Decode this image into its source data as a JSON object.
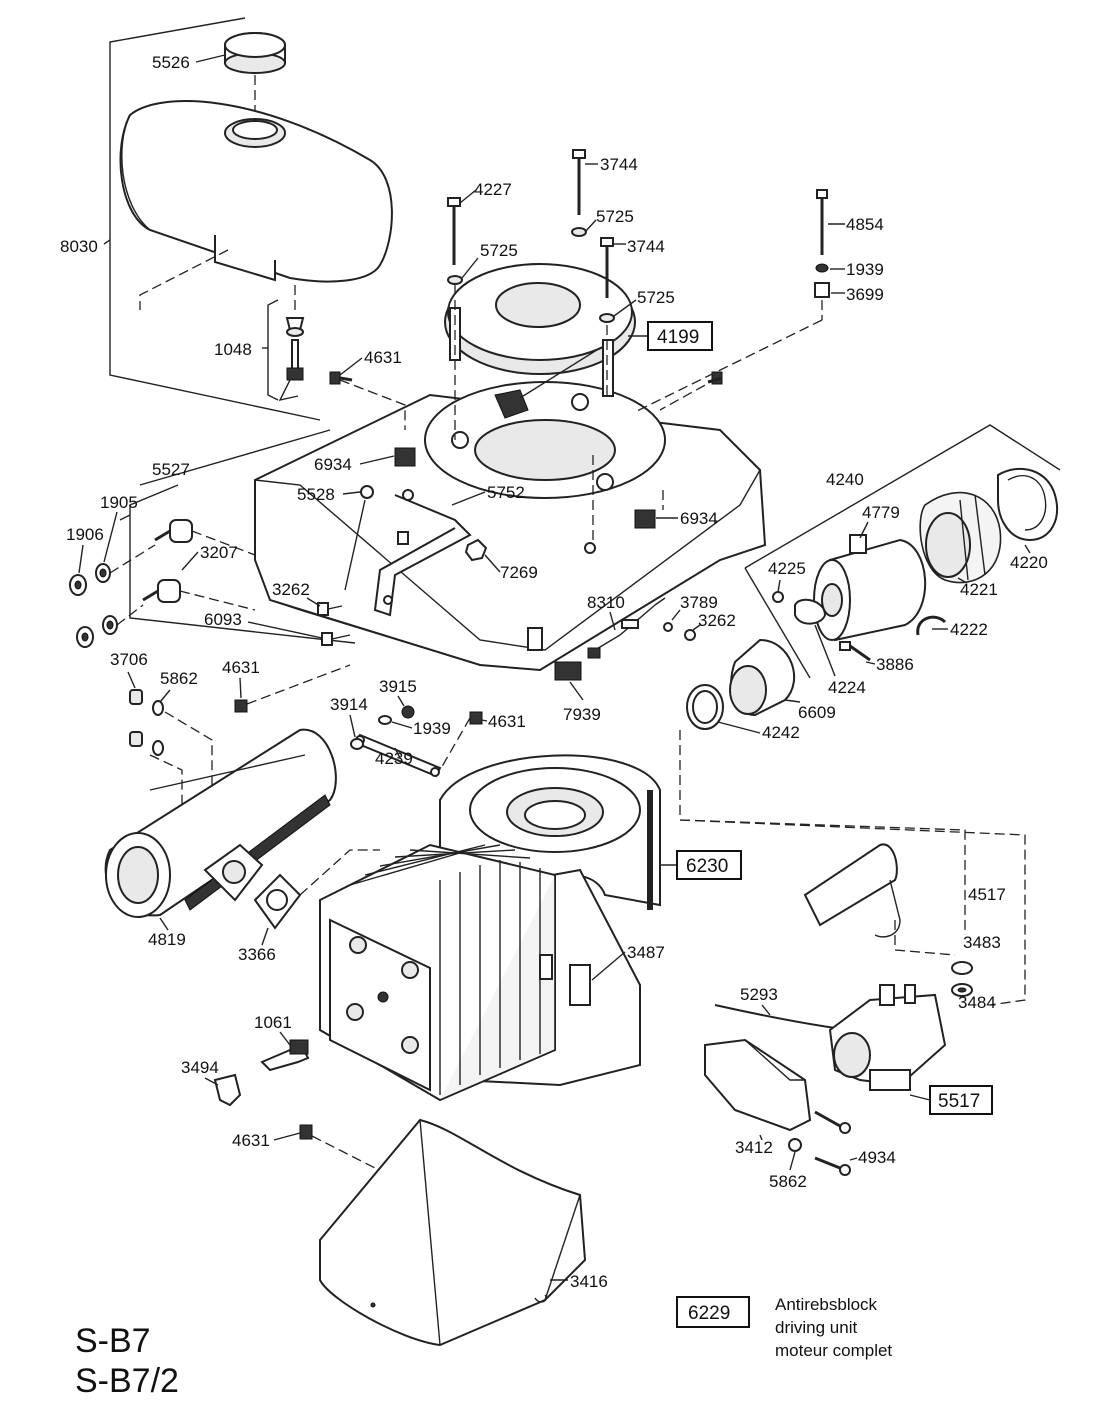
{
  "callouts": [
    {
      "id": "p5526",
      "text": "5526"
    },
    {
      "id": "p8030",
      "text": "8030"
    },
    {
      "id": "p1048",
      "text": "1048"
    },
    {
      "id": "p3744a",
      "text": "3744"
    },
    {
      "id": "p4227",
      "text": "4227"
    },
    {
      "id": "p5725a",
      "text": "5725"
    },
    {
      "id": "p5725b",
      "text": "5725"
    },
    {
      "id": "p3744b",
      "text": "3744"
    },
    {
      "id": "p5725c",
      "text": "5725"
    },
    {
      "id": "p4854",
      "text": "4854"
    },
    {
      "id": "p1939a",
      "text": "1939"
    },
    {
      "id": "p3699",
      "text": "3699"
    },
    {
      "id": "p4631a",
      "text": "4631"
    },
    {
      "id": "p6934a",
      "text": "6934"
    },
    {
      "id": "p6934b",
      "text": "6934"
    },
    {
      "id": "p5528",
      "text": "5528"
    },
    {
      "id": "p5752",
      "text": "5752"
    },
    {
      "id": "p5527",
      "text": "5527"
    },
    {
      "id": "p1905",
      "text": "1905"
    },
    {
      "id": "p1906",
      "text": "1906"
    },
    {
      "id": "p3207",
      "text": "3207"
    },
    {
      "id": "p3262a",
      "text": "3262"
    },
    {
      "id": "p7269",
      "text": "7269"
    },
    {
      "id": "p6093",
      "text": "6093"
    },
    {
      "id": "p4240",
      "text": "4240"
    },
    {
      "id": "p4779",
      "text": "4779"
    },
    {
      "id": "p4220",
      "text": "4220"
    },
    {
      "id": "p4221",
      "text": "4221"
    },
    {
      "id": "p4225",
      "text": "4225"
    },
    {
      "id": "p4222",
      "text": "4222"
    },
    {
      "id": "p3886",
      "text": "3886"
    },
    {
      "id": "p4224",
      "text": "4224"
    },
    {
      "id": "p6609",
      "text": "6609"
    },
    {
      "id": "p4242",
      "text": "4242"
    },
    {
      "id": "p8310",
      "text": "8310"
    },
    {
      "id": "p3789",
      "text": "3789"
    },
    {
      "id": "p3262b",
      "text": "3262"
    },
    {
      "id": "p7939",
      "text": "7939"
    },
    {
      "id": "p3706",
      "text": "3706"
    },
    {
      "id": "p5862a",
      "text": "5862"
    },
    {
      "id": "p4631b",
      "text": "4631"
    },
    {
      "id": "p3915",
      "text": "3915"
    },
    {
      "id": "p3914",
      "text": "3914"
    },
    {
      "id": "p1939b",
      "text": "1939"
    },
    {
      "id": "p4631c",
      "text": "4631"
    },
    {
      "id": "p4239",
      "text": "4239"
    },
    {
      "id": "p4819",
      "text": "4819"
    },
    {
      "id": "p3366",
      "text": "3366"
    },
    {
      "id": "p3487",
      "text": "3487"
    },
    {
      "id": "p4517",
      "text": "4517"
    },
    {
      "id": "p3483",
      "text": "3483"
    },
    {
      "id": "p3484",
      "text": "3484"
    },
    {
      "id": "p5293",
      "text": "5293"
    },
    {
      "id": "p1061",
      "text": "1061"
    },
    {
      "id": "p3494",
      "text": "3494"
    },
    {
      "id": "p3412",
      "text": "3412"
    },
    {
      "id": "p4934",
      "text": "4934"
    },
    {
      "id": "p5862b",
      "text": "5862"
    },
    {
      "id": "p4631d",
      "text": "4631"
    },
    {
      "id": "p3416",
      "text": "3416"
    }
  ],
  "boxed": {
    "b4199": "4199",
    "b6230": "6230",
    "b5517": "5517",
    "b6229": "6229"
  },
  "legend": {
    "line1": "Antirebsblock",
    "line2": "driving unit",
    "line3": "moteur complet"
  },
  "models": {
    "m1": "S-B7",
    "m2": "S-B7/2"
  }
}
